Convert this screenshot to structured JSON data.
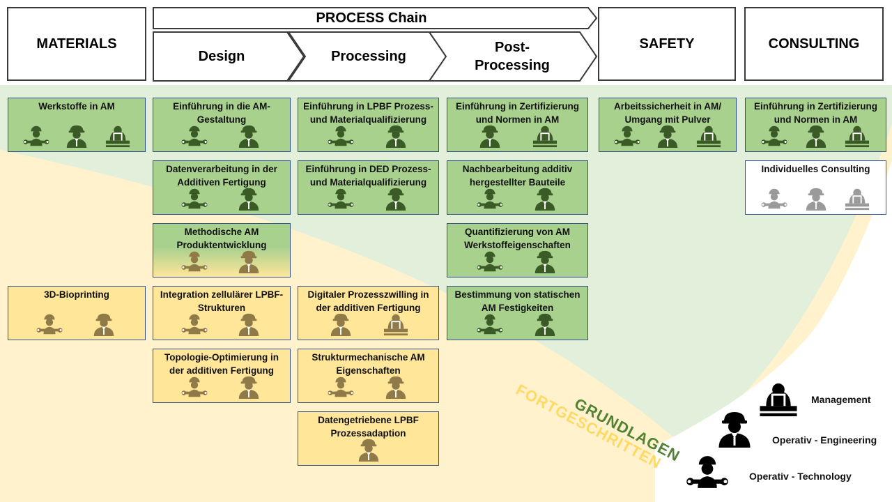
{
  "headers": {
    "materials": "MATERIALS",
    "process_chain": "PROCESS Chain",
    "design": "Design",
    "processing": "Processing",
    "post_processing": "Post-Processing",
    "safety": "SAFETY",
    "consulting": "CONSULTING"
  },
  "levels": {
    "basics": "GRUNDLAGEN",
    "advanced": "FORTGESCHRITTEN"
  },
  "colors": {
    "basics_green": "#a9d18e",
    "advanced_yellow": "#ffe699",
    "border_blue": "#2f4f8f",
    "basics_text": "#548235",
    "advanced_text": "#ffd966"
  },
  "courses": [
    {
      "title": "Werkstoffe in AM",
      "level": "basics",
      "icons": [
        "technology-icon",
        "engineering-icon",
        "management-icon"
      ]
    },
    {
      "title": "Einführung in die AM-Gestaltung",
      "level": "basics",
      "icons": [
        "technology-icon",
        "engineering-icon"
      ]
    },
    {
      "title": "Einführung in LPBF Prozess- und Materialqualifizierung",
      "level": "basics",
      "icons": [
        "technology-icon",
        "engineering-icon"
      ]
    },
    {
      "title": "Einführung in Zertifizierung und Normen in AM",
      "level": "basics",
      "icons": [
        "engineering-icon",
        "management-icon"
      ]
    },
    {
      "title": "Arbeitssicherheit in AM/ Umgang mit Pulver",
      "level": "basics",
      "icons": [
        "technology-icon",
        "engineering-icon",
        "management-icon"
      ]
    },
    {
      "title": "Einführung in Zertifizierung und Normen in AM",
      "level": "basics",
      "icons": [
        "technology-icon",
        "engineering-icon",
        "management-icon"
      ]
    },
    {
      "title": "Datenverarbeitung in der Additiven Fertigung",
      "level": "basics",
      "icons": [
        "technology-icon",
        "engineering-icon"
      ]
    },
    {
      "title": "Einführung in DED Prozess- und Materialqualifizierung",
      "level": "basics",
      "icons": [
        "technology-icon",
        "engineering-icon"
      ]
    },
    {
      "title": "Nachbearbeitung additiv hergestellter Bauteile",
      "level": "basics",
      "icons": [
        "technology-icon",
        "engineering-icon"
      ]
    },
    {
      "title": "Individuelles Consulting",
      "level": "consulting",
      "icons": [
        "technology-icon",
        "engineering-icon",
        "management-icon"
      ]
    },
    {
      "title": "Methodische AM Produktentwicklung",
      "level": "transition",
      "icons": [
        "technology-icon",
        "engineering-icon"
      ]
    },
    {
      "title": "Quantifizierung von AM Werkstoffeigenschaften",
      "level": "basics",
      "icons": [
        "technology-icon",
        "engineering-icon"
      ]
    },
    {
      "title": "3D-Bioprinting",
      "level": "advanced",
      "icons": [
        "technology-icon",
        "engineering-icon"
      ]
    },
    {
      "title": "Integration zellulärer LPBF-Strukturen",
      "level": "advanced",
      "icons": [
        "technology-icon",
        "engineering-icon"
      ]
    },
    {
      "title": "Digitaler Prozesszwilling in der additiven Fertigung",
      "level": "advanced",
      "icons": [
        "engineering-icon",
        "management-icon"
      ]
    },
    {
      "title": "Bestimmung von statischen AM Festigkeiten",
      "level": "basics",
      "icons": [
        "technology-icon",
        "engineering-icon"
      ]
    },
    {
      "title": "Topologie-Optimierung in der additiven Fertigung",
      "level": "advanced",
      "icons": [
        "technology-icon",
        "engineering-icon"
      ]
    },
    {
      "title": "Strukturmechanische AM Eigenschaften",
      "level": "advanced",
      "icons": [
        "technology-icon",
        "engineering-icon"
      ]
    },
    {
      "title": "Datengetriebene LPBF Prozessadaption",
      "level": "advanced",
      "icons": [
        "engineering-icon"
      ]
    }
  ],
  "legend": [
    {
      "label": "Management",
      "icon": "management-icon"
    },
    {
      "label": "Operativ - Engineering",
      "icon": "engineering-icon"
    },
    {
      "label": "Operativ - Technology",
      "icon": "technology-icon"
    }
  ]
}
